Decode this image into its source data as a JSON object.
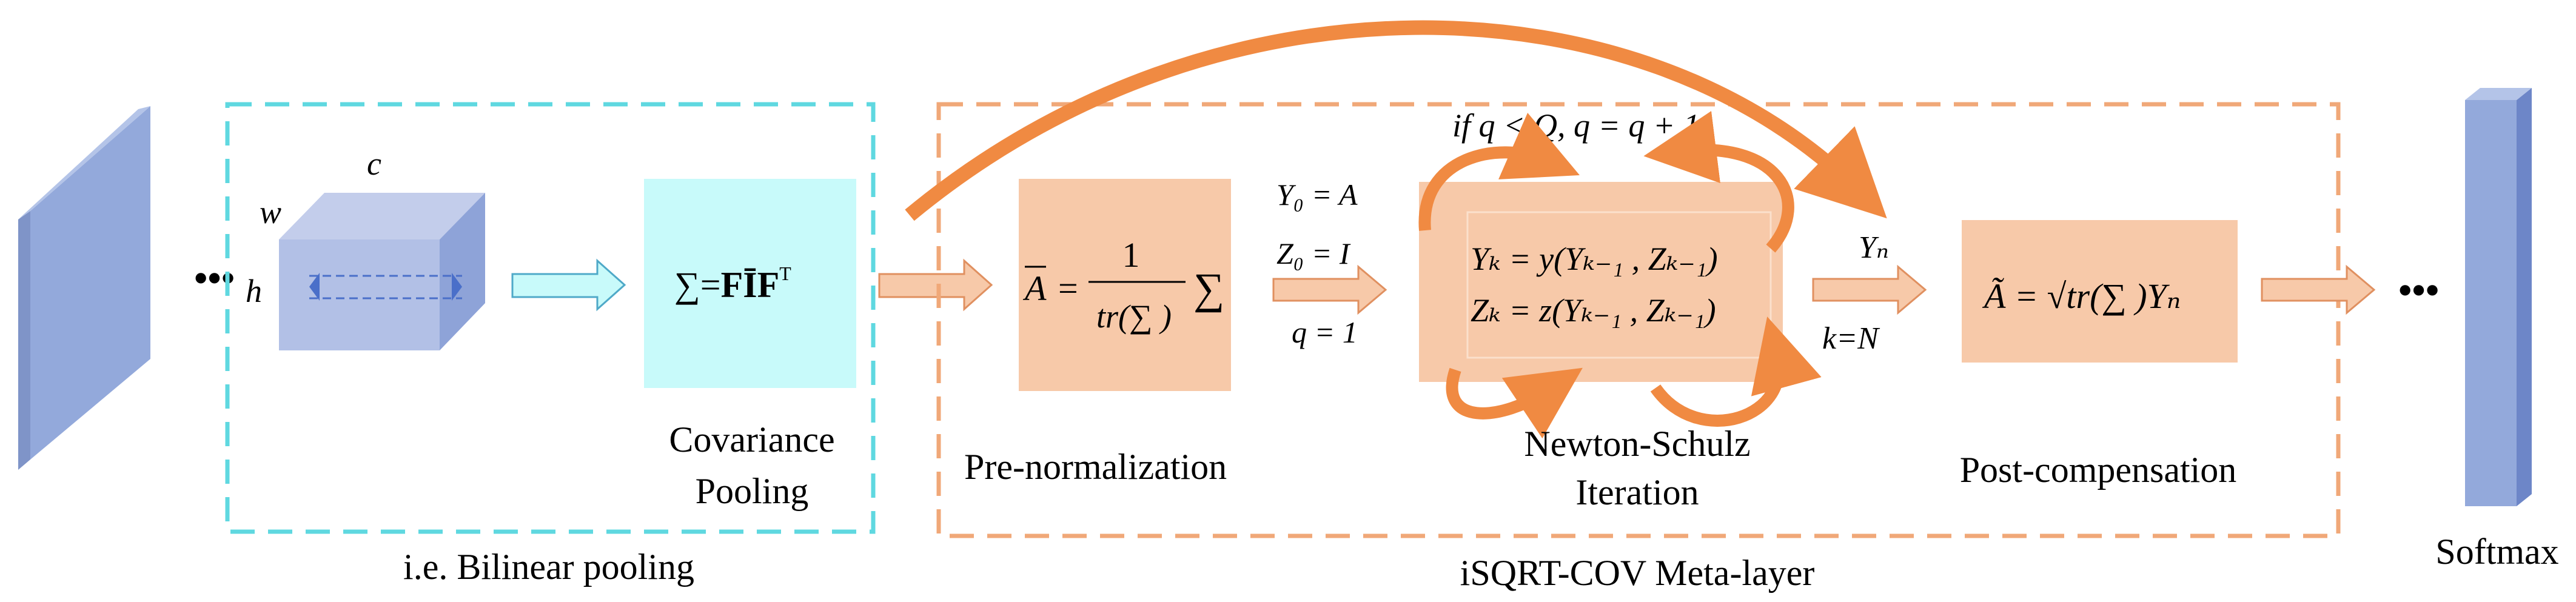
{
  "left_box": {
    "caption": "i.e. Bilinear pooling",
    "cube_labels": {
      "w": "w",
      "c": "c",
      "h": "h"
    },
    "ellipsis": "•••",
    "covariance": {
      "formula_lhs": "∑=",
      "formula_rhs": "FĪF",
      "formula_sup": "T",
      "label_line1": "Covariance",
      "label_line2": "Pooling"
    }
  },
  "meta_layer": {
    "caption": "iSQRT-COV Meta-layer",
    "pre_normalization": {
      "label": "Pre-normalization",
      "lhs": "A",
      "eq": "=",
      "numerator": "1",
      "denominator": "tr(∑  )",
      "sigma": "∑"
    },
    "init": {
      "line1": "Y₀ = A",
      "line2": "Z₀ = I",
      "line3": "q = 1"
    },
    "newton_schulz": {
      "label_line1": "Newton-Schulz",
      "label_line2": "Iteration",
      "loop_condition": "if  q < Q,  q = q + 1",
      "eq1": "Yₖ  =  y(Yₖ₋₁ , Zₖ₋₁)",
      "eq2": "Zₖ  =  z(Yₖ₋₁ , Zₖ₋₁)"
    },
    "output_labels": {
      "top": "Yₙ",
      "bottom": "k=N"
    },
    "post_compensation": {
      "label": "Post-compensation",
      "formula": "Ã = √tr(∑  )Yₙ"
    }
  },
  "softmax": {
    "label": "Softmax",
    "ellipsis": "•••"
  },
  "colors": {
    "feature_map": "#8fa6d6",
    "cyan_dash": "#5fd8e0",
    "cyan_fill": "#c8fafa",
    "orange_dash": "#f0a878",
    "orange_fill": "#f7c9a9",
    "orange_arrow": "#f08a42",
    "flow_arrow_fill": "#f7c9a9"
  }
}
